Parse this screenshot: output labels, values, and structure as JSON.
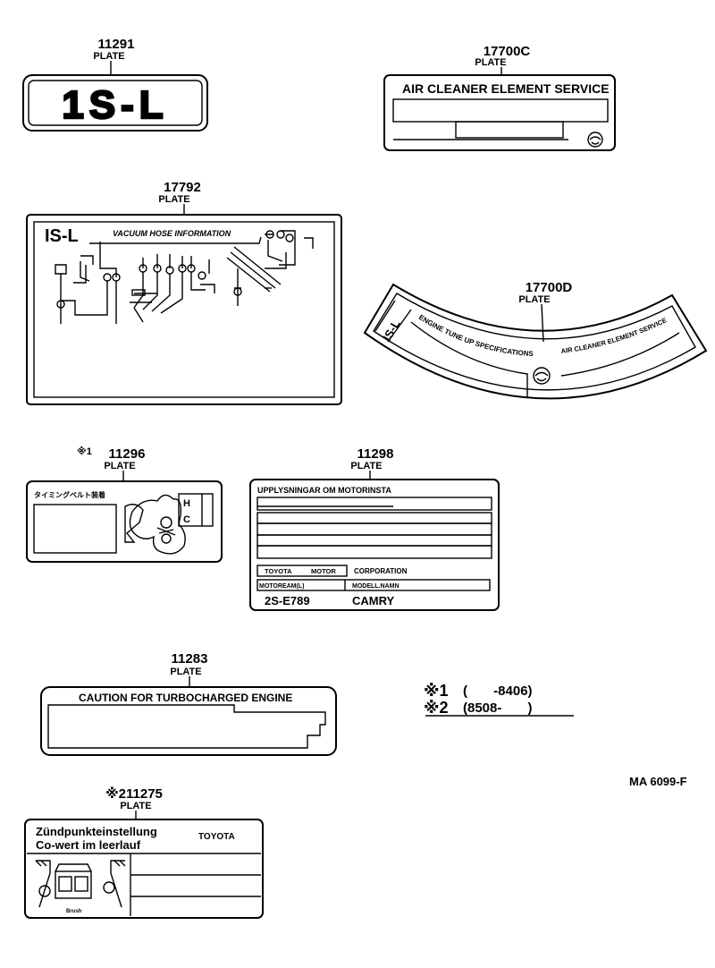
{
  "parts": {
    "p11291": {
      "number": "11291",
      "plate": "PLATE",
      "badge": "1S-L"
    },
    "p17700c": {
      "number": "17700C",
      "plate": "PLATE",
      "title": "AIR CLEANER ELEMENT SERVICE"
    },
    "p17792": {
      "number": "17792",
      "plate": "PLATE",
      "badge": "IS-L",
      "title": "VACUUM HOSE INFORMATION"
    },
    "p17700d": {
      "number": "17700D",
      "plate": "PLATE",
      "badge": "IS-L",
      "left_text": "ENGINE TUNE UP SPECIFICATIONS",
      "right_text": "AIR CLEANER ELEMENT SERVICE"
    },
    "p11296": {
      "number": "11296",
      "mark": "※1",
      "plate": "PLATE",
      "title": "タイミングベルト装着",
      "letter_h": "H",
      "letter_c": "C"
    },
    "p11298": {
      "number": "11298",
      "plate": "PLATE",
      "title": "UPPLYSNINGAR OM MOTORINSTA",
      "maker_1": "TOYOTA",
      "maker_2": "MOTOR",
      "maker_3": "CORPORATION",
      "field_1": "MOTOREAM(L)",
      "field_2": "MODELL.NAMN",
      "engine": "2S-E789",
      "model": "CAMRY"
    },
    "p11283": {
      "number": "11283",
      "plate": "PLATE",
      "title": "CAUTION FOR TURBOCHARGED ENGINE"
    },
    "p11275": {
      "number": "※211275",
      "plate": "PLATE",
      "line_1": "Zündpunkteinstellung",
      "line_2": "Co-wert im leerlauf",
      "maker": "TOYOTA",
      "small": "Brush"
    }
  },
  "legend": {
    "row1_mark": "※1",
    "row1_text": "(       -8406)",
    "row2_mark": "※2",
    "row2_text": "(8508-       )"
  },
  "drawing_code": "MA 6099-F"
}
